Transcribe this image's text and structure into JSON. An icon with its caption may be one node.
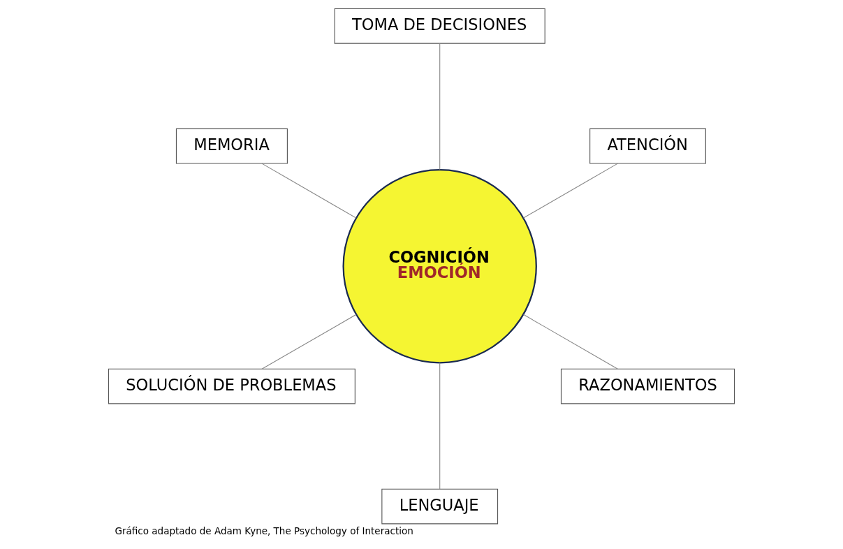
{
  "diagram": {
    "caption": "Gráfico adaptado de Adam Kyne, The Psychology of Interaction",
    "nodes": [
      {
        "text": [
          "ATENCIÓN"
        ]
      },
      {
        "text": [
          "TOMA DE DECISIONES"
        ]
      },
      {
        "text": [
          "MEMORIA"
        ]
      },
      {
        "text": [
          "COGNICIÓN",
          "EMOCIÓN"
        ]
      },
      {
        "text": [
          "SOLUCIÓN DE PROBLEMAS"
        ]
      },
      {
        "text": [
          "LENGUAJE"
        ]
      },
      {
        "text": [
          "RAZONAMIENTOS"
        ]
      }
    ],
    "edges": [
      {
        "from": 3,
        "to": 0,
        "arrow": "none"
      },
      {
        "from": 3,
        "to": 2,
        "arrow": "none"
      },
      {
        "from": 3,
        "to": 5,
        "arrow": "none"
      },
      {
        "from": 3,
        "to": 6,
        "arrow": "none"
      },
      {
        "from": 3,
        "to": 4,
        "arrow": "none"
      },
      {
        "from": 3,
        "to": 1,
        "arrow": "none"
      }
    ]
  }
}
